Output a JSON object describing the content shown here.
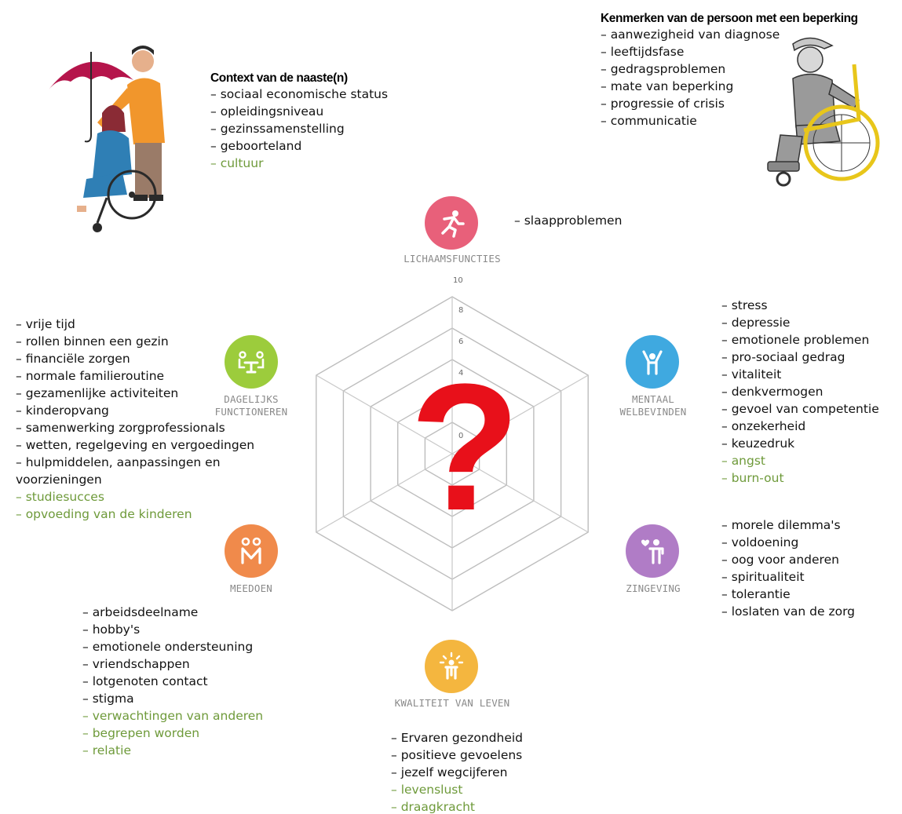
{
  "context_naasten": {
    "title": "Context van de naaste(n)",
    "items": [
      {
        "text": "sociaal economische status",
        "green": false
      },
      {
        "text": "opleidingsniveau",
        "green": false
      },
      {
        "text": "gezinssamenstelling",
        "green": false
      },
      {
        "text": "geboorteland",
        "green": false
      },
      {
        "text": "cultuur",
        "green": true
      }
    ]
  },
  "kenmerken_persoon": {
    "title": "Kenmerken van de persoon met een beperking",
    "items": [
      {
        "text": "aanwezigheid van diagnose",
        "green": false
      },
      {
        "text": "leeftijdsfase",
        "green": false
      },
      {
        "text": "gedragsproblemen",
        "green": false
      },
      {
        "text": "mate van beperking",
        "green": false
      },
      {
        "text": "progressie of crisis",
        "green": false
      },
      {
        "text": "communicatie",
        "green": false
      }
    ]
  },
  "dimensions": {
    "lichaamsfuncties": {
      "label": "LICHAAMSFUNCTIES",
      "color": "#e8607a",
      "icon": "running-person-icon",
      "items": [
        {
          "text": "slaapproblemen",
          "green": false
        }
      ]
    },
    "mentaal": {
      "label": "MENTAAL WELBEVINDEN",
      "color": "#3fa9e0",
      "icon": "person-arms-up-icon",
      "items": [
        {
          "text": "stress",
          "green": false
        },
        {
          "text": "depressie",
          "green": false
        },
        {
          "text": "emotionele problemen",
          "green": false
        },
        {
          "text": "pro-sociaal gedrag",
          "green": false
        },
        {
          "text": "vitaliteit",
          "green": false
        },
        {
          "text": "denkvermogen",
          "green": false
        },
        {
          "text": "gevoel van competentie",
          "green": false
        },
        {
          "text": "onzekerheid",
          "green": false
        },
        {
          "text": "keuzedruk",
          "green": false
        },
        {
          "text": "angst",
          "green": true
        },
        {
          "text": "burn-out",
          "green": true
        }
      ]
    },
    "zingeving": {
      "label": "ZINGEVING",
      "color": "#b07cc6",
      "icon": "person-heart-icon",
      "items": [
        {
          "text": "morele dilemma's",
          "green": false
        },
        {
          "text": "voldoening",
          "green": false
        },
        {
          "text": "oog voor anderen",
          "green": false
        },
        {
          "text": "spiritualiteit",
          "green": false
        },
        {
          "text": "tolerantie",
          "green": false
        },
        {
          "text": "loslaten van de zorg",
          "green": false
        }
      ]
    },
    "kwaliteit": {
      "label": "KWALITEIT VAN LEVEN",
      "color": "#f4b63f",
      "icon": "person-sparkle-icon",
      "items": [
        {
          "text": "Ervaren gezondheid",
          "green": false
        },
        {
          "text": "positieve gevoelens",
          "green": false
        },
        {
          "text": "jezelf wegcijferen",
          "green": false
        },
        {
          "text": "levenslust",
          "green": true
        },
        {
          "text": "draagkracht",
          "green": true
        }
      ]
    },
    "meedoen": {
      "label": "MEEDOEN",
      "color": "#f08a4b",
      "icon": "people-connected-icon",
      "items": [
        {
          "text": "arbeidsdeelname",
          "green": false
        },
        {
          "text": "hobby's",
          "green": false
        },
        {
          "text": "emotionele ondersteuning",
          "green": false
        },
        {
          "text": "vriendschappen",
          "green": false
        },
        {
          "text": "lotgenoten contact",
          "green": false
        },
        {
          "text": "stigma",
          "green": false
        },
        {
          "text": "verwachtingen van anderen",
          "green": true
        },
        {
          "text": "begrepen worden",
          "green": true
        },
        {
          "text": "relatie",
          "green": true
        }
      ]
    },
    "dagelijks": {
      "label": "DAGELIJKS FUNCTIONEREN",
      "color": "#9ccc3c",
      "icon": "people-table-icon",
      "items": [
        {
          "text": "vrije tijd",
          "green": false
        },
        {
          "text": "rollen binnen een gezin",
          "green": false
        },
        {
          "text": "financiële zorgen",
          "green": false
        },
        {
          "text": "normale familieroutine",
          "green": false
        },
        {
          "text": "gezamenlijke activiteiten",
          "green": false
        },
        {
          "text": "kinderopvang",
          "green": false
        },
        {
          "text": "samenwerking zorgprofessionals",
          "green": false
        },
        {
          "text": "wetten, regelgeving en vergoedingen",
          "green": false
        },
        {
          "text": "hulpmiddelen, aanpassingen en voorzieningen",
          "green": false
        },
        {
          "text": "studiesucces",
          "green": true
        },
        {
          "text": "opvoeding van de kinderen",
          "green": true
        }
      ]
    }
  },
  "radar": {
    "ticks": [
      "10",
      "8",
      "6",
      "4",
      "0"
    ],
    "question_mark": "?",
    "question_color": "#e8101a"
  }
}
